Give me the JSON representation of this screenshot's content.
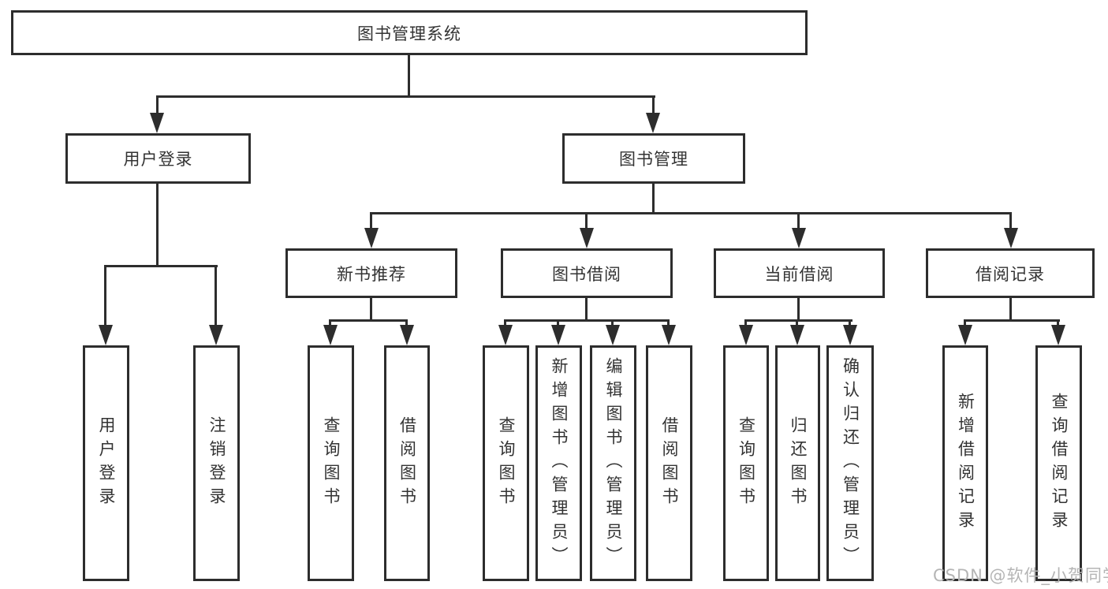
{
  "diagram": {
    "root": {
      "label": "图书管理系统"
    },
    "level2": {
      "user_login": {
        "label": "用户登录"
      },
      "book_management": {
        "label": "图书管理"
      }
    },
    "level3": {
      "new_book_recommendation": {
        "label": "新书推荐"
      },
      "book_borrowing": {
        "label": "图书借阅"
      },
      "current_borrowing": {
        "label": "当前借阅"
      },
      "borrowing_records": {
        "label": "借阅记录"
      }
    },
    "leaves": {
      "user_login_login": {
        "label": "用户登录"
      },
      "user_login_logout": {
        "label": "注销登录"
      },
      "recommend_query_books": {
        "label": "查询图书"
      },
      "recommend_borrow_books": {
        "label": "借阅图书"
      },
      "borrowing_query_books": {
        "label": "查询图书"
      },
      "borrowing_add_books_admin": {
        "label": "新增图书（管理员）"
      },
      "borrowing_edit_books_admin": {
        "label": "编辑图书（管理员）"
      },
      "borrowing_borrow_books": {
        "label": "借阅图书"
      },
      "current_query_books": {
        "label": "查询图书"
      },
      "current_return_books": {
        "label": "归还图书"
      },
      "current_confirm_return_admin": {
        "label": "确认归还（管理员）"
      },
      "records_add_borrow_record": {
        "label": "新增借阅记录"
      },
      "records_query_borrow_record": {
        "label": "查询借阅记录"
      }
    }
  },
  "watermark": {
    "text": "CSDN @软件_小贺同学"
  },
  "colors": {
    "line": "#2d2d2d",
    "text": "#333333",
    "box_background": "#ffffff",
    "watermark": "#b5b5b5",
    "page_background": "#ffffff"
  }
}
